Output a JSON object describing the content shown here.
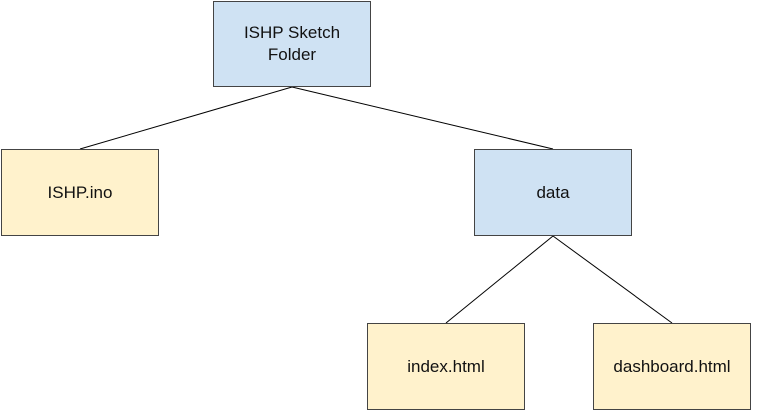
{
  "diagram": {
    "nodes": {
      "root": {
        "label": "ISHP Sketch\nFolder",
        "kind": "folder"
      },
      "ino": {
        "label": "ISHP.ino",
        "kind": "file"
      },
      "data": {
        "label": "data",
        "kind": "folder"
      },
      "index": {
        "label": "index.html",
        "kind": "file"
      },
      "dashboard": {
        "label": "dashboard.html",
        "kind": "file"
      }
    },
    "edges": [
      {
        "from": "root",
        "to": "ino"
      },
      {
        "from": "root",
        "to": "data"
      },
      {
        "from": "data",
        "to": "index"
      },
      {
        "from": "data",
        "to": "dashboard"
      }
    ]
  },
  "colors": {
    "folder_fill": "#cfe2f3",
    "file_fill": "#fff2cc",
    "border": "#444444",
    "edge": "#000000"
  }
}
